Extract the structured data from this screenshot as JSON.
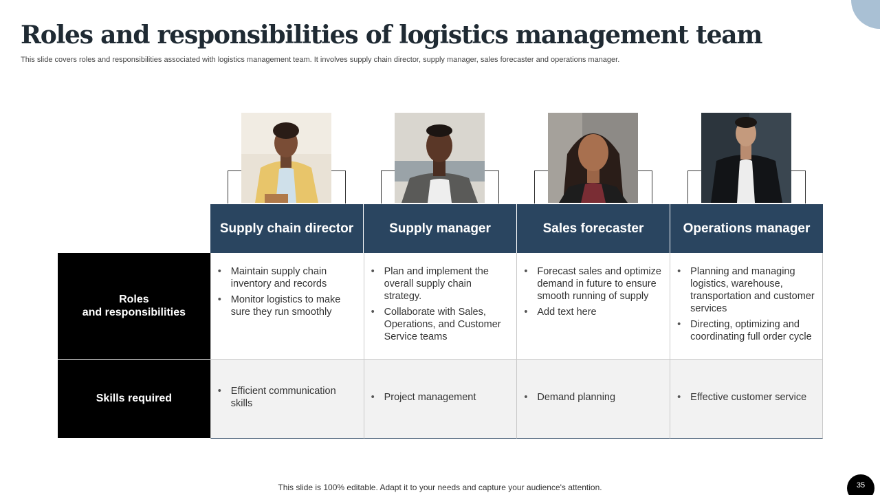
{
  "slide": {
    "title": "Roles and responsibilities of logistics management team",
    "subtitle": "This slide covers roles and responsibilities associated with logistics management team. It involves supply chain director, supply manager, sales forecaster and operations manager.",
    "footer": "This slide is 100% editable. Adapt it to your needs and capture your audience's attention.",
    "page_number": "35",
    "colors": {
      "header": "#2a4560",
      "label": "#000000",
      "accent_circle": "#a9c0d4",
      "skills_bg": "#f2f2f2"
    }
  },
  "table": {
    "columns": [
      {
        "title": "Supply chain director",
        "photo": "woman-yellow-blazer-photo"
      },
      {
        "title": "Supply manager",
        "photo": "young-man-jacket-photo"
      },
      {
        "title": "Sales forecaster",
        "photo": "smiling-woman-photo"
      },
      {
        "title": "Operations manager",
        "photo": "man-dark-suit-photo"
      }
    ],
    "rows": [
      {
        "label": "Roles\nand responsibilities",
        "cells": [
          [
            "Maintain supply chain inventory and records",
            "Monitor logistics to make sure they run smoothly"
          ],
          [
            "Plan and implement the overall supply chain strategy.",
            "Collaborate with Sales, Operations, and Customer Service teams"
          ],
          [
            "Forecast sales and optimize demand in future to ensure smooth running of supply",
            "Add text here"
          ],
          [
            "Planning and managing logistics, warehouse, transportation and customer services",
            "Directing, optimizing and coordinating full order cycle"
          ]
        ]
      },
      {
        "label": "Skills required",
        "cells": [
          [
            "Efficient communication skills"
          ],
          [
            "Project management"
          ],
          [
            "Demand planning"
          ],
          [
            "Effective customer service"
          ]
        ]
      }
    ]
  }
}
